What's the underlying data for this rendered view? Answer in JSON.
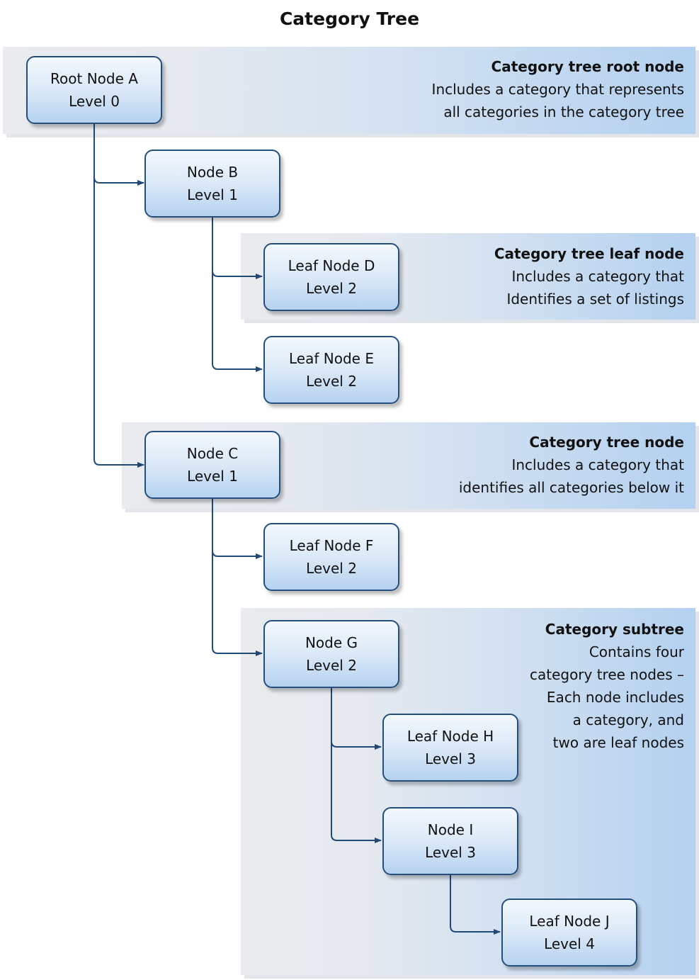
{
  "title": "Category Tree",
  "bands": {
    "root": {
      "title": "Category tree root node",
      "line1": "Includes a category that represents",
      "line2": "all categories in the category tree"
    },
    "leaf": {
      "title": "Category tree leaf node",
      "line1": "Includes a category that",
      "line2": "Identifies a set of listings"
    },
    "node": {
      "title": "Category tree node",
      "line1": "Includes a category that",
      "line2": "identifies all categories below it"
    },
    "subtree": {
      "title": "Category subtree",
      "lines": [
        "Contains four",
        "category tree nodes –",
        "Each node includes",
        "a category, and",
        "two are leaf nodes"
      ]
    }
  },
  "nodes": {
    "A": {
      "name": "Root Node A",
      "level": "Level 0"
    },
    "B": {
      "name": "Node B",
      "level": "Level 1"
    },
    "D": {
      "name": "Leaf Node D",
      "level": "Level 2"
    },
    "E": {
      "name": "Leaf Node E",
      "level": "Level 2"
    },
    "C": {
      "name": "Node C",
      "level": "Level 1"
    },
    "F": {
      "name": "Leaf Node F",
      "level": "Level 2"
    },
    "G": {
      "name": "Node G",
      "level": "Level 2"
    },
    "H": {
      "name": "Leaf Node H",
      "level": "Level 3"
    },
    "I": {
      "name": "Node I",
      "level": "Level 3"
    },
    "J": {
      "name": "Leaf Node J",
      "level": "Level 4"
    }
  },
  "colors": {
    "connector": "#1f4a78",
    "node_border": "#244f7c"
  }
}
